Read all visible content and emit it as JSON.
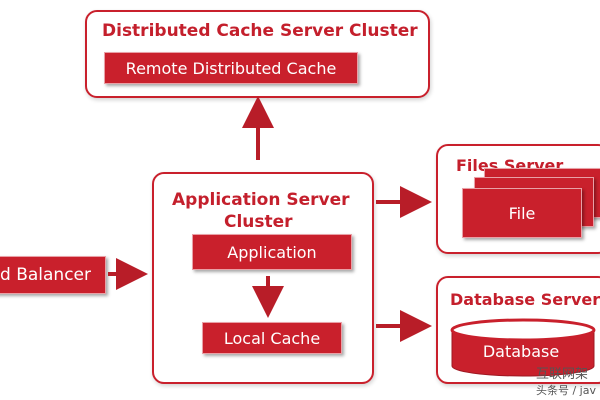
{
  "diagram": {
    "cache_cluster": {
      "title": "Distributed Cache Server Cluster",
      "inner_label": "Remote Distributed Cache"
    },
    "app_cluster": {
      "title_line1": "Application Server",
      "title_line2": "Cluster",
      "application_label": "Application",
      "local_cache_label": "Local Cache"
    },
    "files_server": {
      "title": "Files Server",
      "file_label": "File"
    },
    "database_server": {
      "title": "Database Server",
      "database_label": "Database"
    },
    "load_balancer": {
      "label": "d Balancer"
    }
  },
  "watermark": {
    "line1": "互联网架",
    "line2": "头条号 / jav"
  },
  "colors": {
    "accent": "#c9202c",
    "border": "#c9202c"
  }
}
